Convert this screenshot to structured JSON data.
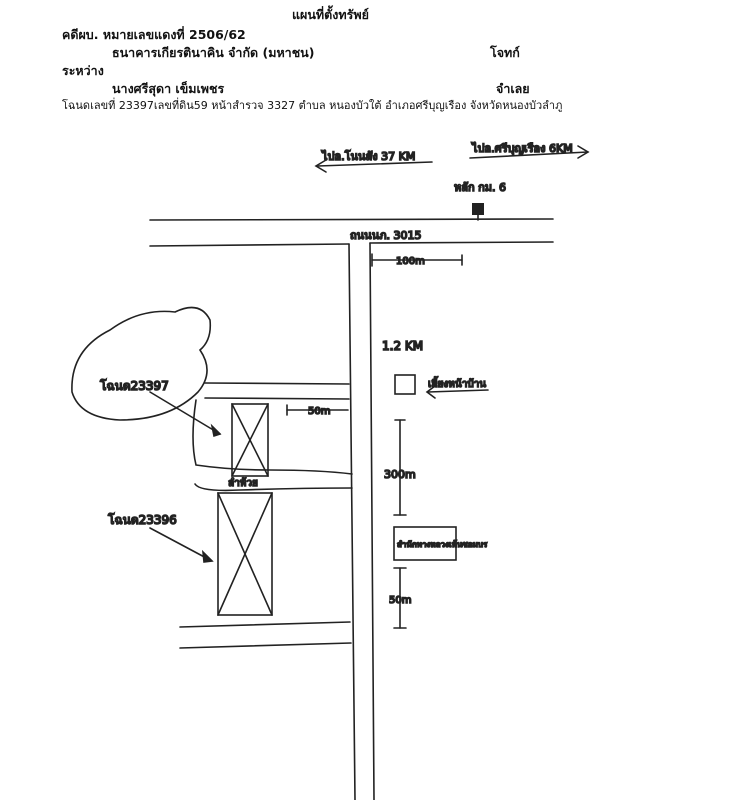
{
  "header": {
    "title": "แผนที่ตั้งทรัพย์",
    "case_no": "คดีผบ. หมายเลขแดงที่ 2506/62",
    "plaintiff": "ธนาคารเกียรตินาคิน จำกัด (มหาชน)",
    "plaintiff_role": "โจทก์",
    "between": "ระหว่าง",
    "defendant": "นางศรีสุดา เข็มเพชร",
    "defendant_role": "จำเลย",
    "deed_line": "โฉนดเลขที่ 23397เลขที่ดิน59 หน้าสำรวจ 3327 ตำบล หนองบัวใต้ อำเภอศรีบุญเรือง  จังหวัดหนองบัวลำภู"
  },
  "map": {
    "dir_left": "ไปอ.โนนสัง 37 KM",
    "dir_right": "ไปอ.ศรีบุญเรือง 6KM",
    "km_post": "หลัก กม. 6",
    "road_name": "ถนนนภ. 3015",
    "dist_100m": "100m",
    "dist_1_2km": "1.2 KM",
    "landmark_1": "เลี้ยงหน้าบ้าน",
    "dist_50m_plot": "50m",
    "dist_300m": "300m",
    "creek": "ลำห้วย",
    "plot_1": "โฉนด23397",
    "plot_2": "โฉนด23396",
    "landmark_2": "สำนักทางหลวงเห้นซอมบร",
    "dist_50m_lower": "50m"
  }
}
